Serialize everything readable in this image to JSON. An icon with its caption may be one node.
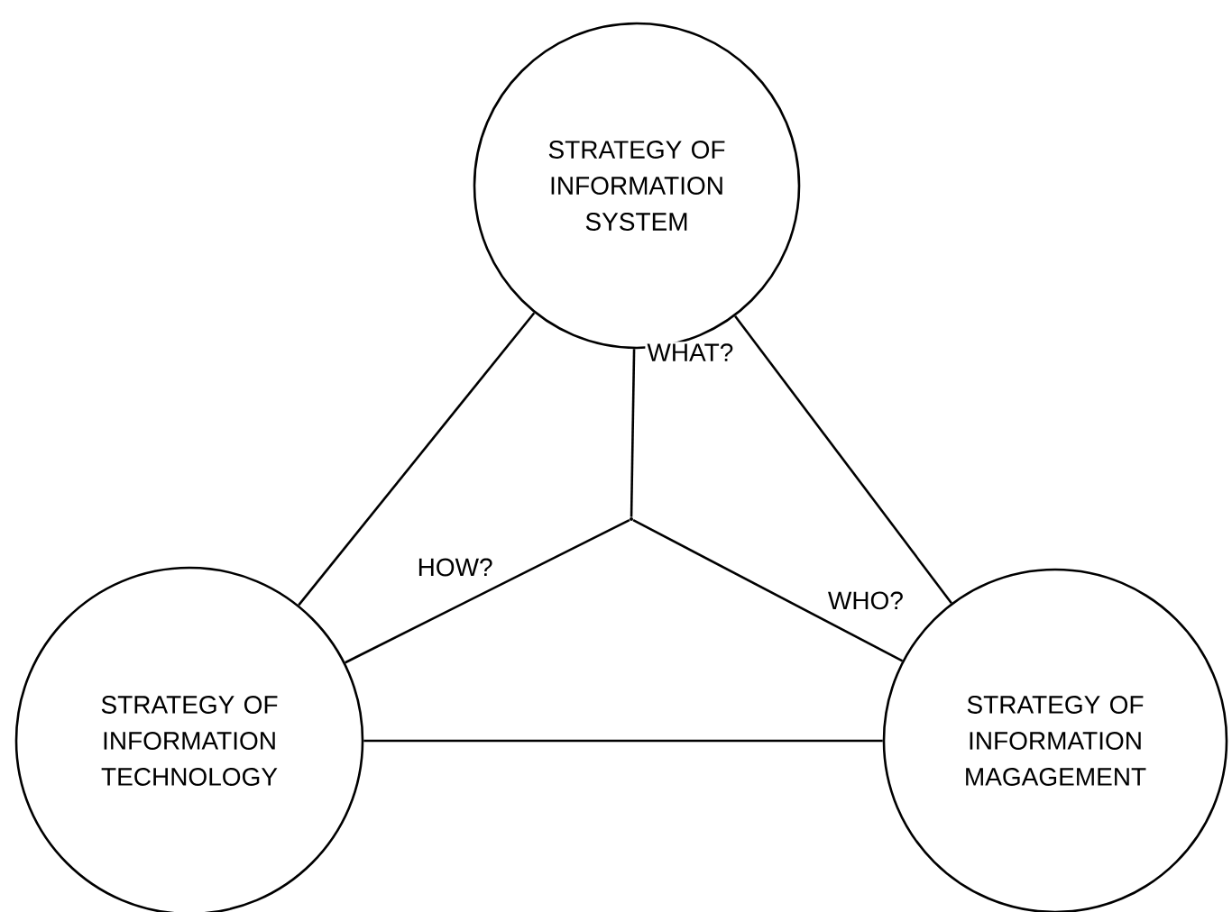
{
  "diagram": {
    "nodes": [
      {
        "text": [
          "STRATEGY OF INFORMATION SYSTEM"
        ]
      },
      {
        "text": [
          "STRATEGY OF INFORMATION TECHNOLOGY"
        ]
      },
      {
        "text": [
          "STRATEGY OF INFORMATION MAGAGEMENT"
        ]
      },
      {
        "text": [],
        "shape": "point"
      }
    ],
    "edges": [
      {
        "from": 0,
        "to": 1,
        "arrow": "none"
      },
      {
        "from": 0,
        "to": 2,
        "arrow": "none"
      },
      {
        "from": 1,
        "to": 2,
        "arrow": "none"
      },
      {
        "from": 0,
        "to": 3,
        "arrow": "none",
        "label": "WHAT?"
      },
      {
        "from": 3,
        "to": 1,
        "arrow": "none",
        "label": "HOW?"
      },
      {
        "from": 3,
        "to": 2,
        "arrow": "none",
        "label": "WHO?"
      }
    ]
  }
}
